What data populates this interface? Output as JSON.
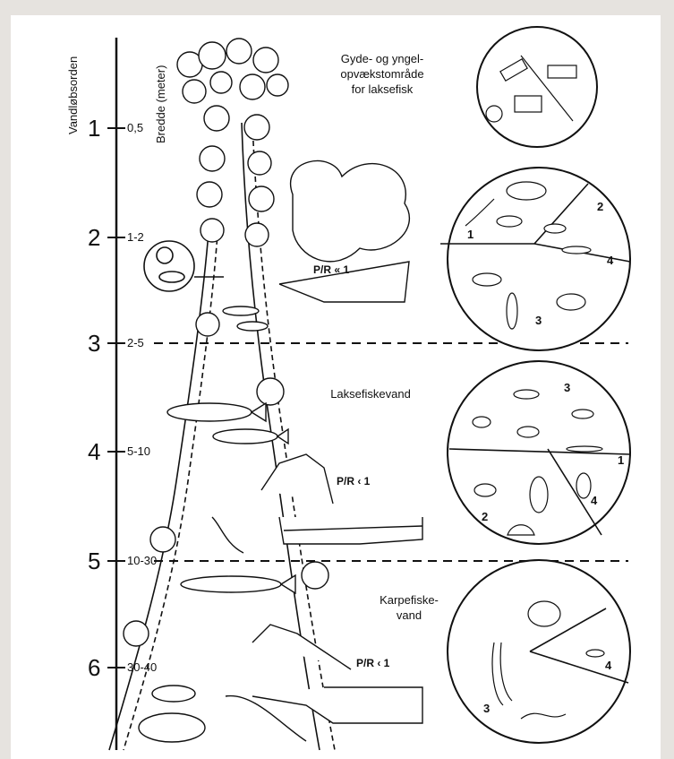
{
  "axis": {
    "order_title": "Vandløbsorden",
    "width_title": "Bredde (meter)"
  },
  "stream_orders": [
    {
      "order": "1",
      "width": "0,5"
    },
    {
      "order": "2",
      "width": "1-2"
    },
    {
      "order": "3",
      "width": "2-5"
    },
    {
      "order": "4",
      "width": "5-10"
    },
    {
      "order": "5",
      "width": "10-30"
    },
    {
      "order": "6",
      "width": "30-40"
    }
  ],
  "zones": {
    "spawning": "Gyde- og yngel-\nopvækstområde\nfor laksefisk",
    "salmon": "Laksefiskevand",
    "carp": "Karpefiske-\nvand"
  },
  "pr_labels": [
    "P/R « 1",
    "P/R ‹ 1",
    "P/R ‹ 1"
  ],
  "segments": {
    "circle2": [
      "1",
      "2",
      "4",
      "3"
    ],
    "circle3": [
      "3",
      "1",
      "2",
      "4"
    ],
    "circle4": [
      "4",
      "3"
    ]
  },
  "colors": {
    "ink": "#111111",
    "paper": "#ffffff",
    "border": "#e6e3df"
  }
}
